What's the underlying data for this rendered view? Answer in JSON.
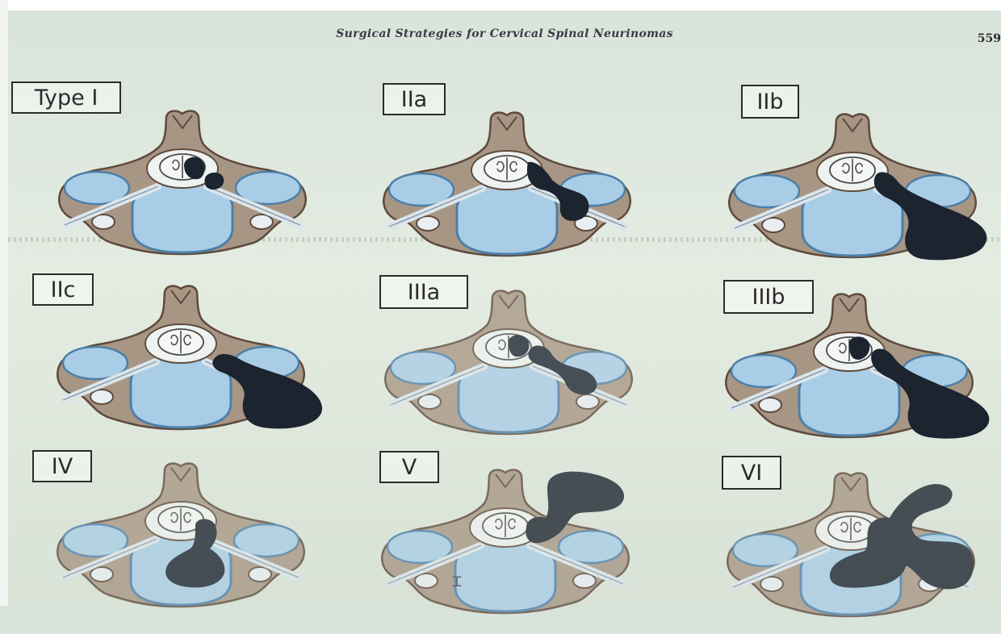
{
  "header": {
    "title": "Surgical Strategies for Cervical Spinal Neurinomas",
    "page_number": "559"
  },
  "panels": [
    {
      "label": "Type I"
    },
    {
      "label": "IIa"
    },
    {
      "label": "IIb"
    },
    {
      "label": "IIc"
    },
    {
      "label": "IIIa"
    },
    {
      "label": "IIIb"
    },
    {
      "label": "IV"
    },
    {
      "label": "V"
    },
    {
      "label": "VI"
    }
  ],
  "colors": {
    "bone": "#a89684",
    "bone_outline": "#5e4a3c",
    "disc": "#a9cde6",
    "disc_outline": "#4d7fa8",
    "tumor": "#1c2430",
    "background": "#dde6dc"
  }
}
